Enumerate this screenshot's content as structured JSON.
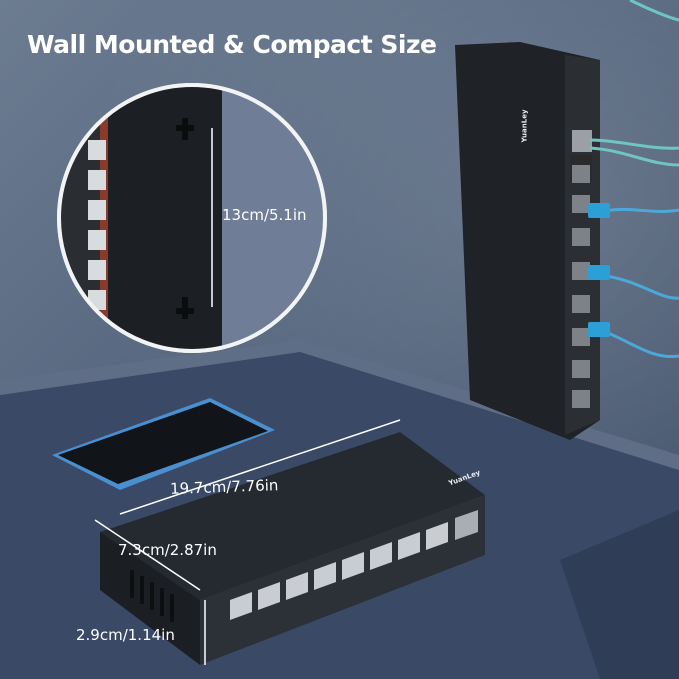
{
  "headline": "Wall Mounted & Compact Size",
  "dimensions": {
    "height_wall": "13cm/5.1in",
    "length": "19.7cm/7.76in",
    "width": "7.3cm/2.87in",
    "height": "2.9cm/1.14in"
  },
  "brand": "YuanLey",
  "icons": [
    "smartphone",
    "network-switch",
    "ethernet-cable",
    "fiber-cable",
    "mount-keyhole"
  ]
}
